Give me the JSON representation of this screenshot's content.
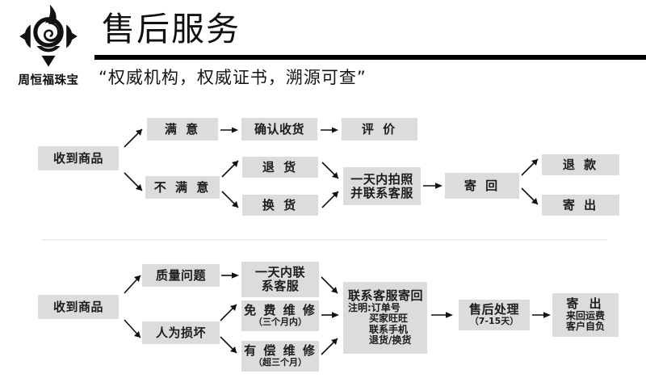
{
  "header": {
    "logo_name": "周恒福珠宝",
    "logo_icon": "ornate-flourish-logo-icon",
    "title": "售后服务",
    "subtitle": "“权威机构，权威证书，溯源可查”"
  },
  "flow1": {
    "name": "after-sales-return-flow",
    "nodes": {
      "start": "收到商品",
      "satisfied": "满 意",
      "confirm_receipt": "确认收货",
      "review": "评 价",
      "unsatisfied": "不 满 意",
      "return_goods": "退 货",
      "exchange_goods": "换 货",
      "photo_contact_line1": "一天内拍照",
      "photo_contact_line2": "并联系客服",
      "send_back": "寄 回",
      "refund": "退 款",
      "ship_out": "寄 出"
    }
  },
  "flow2": {
    "name": "after-sales-repair-flow",
    "nodes": {
      "start": "收到商品",
      "quality_issue": "质量问题",
      "contact_oneday_line1": "一天内联",
      "contact_oneday_line2": "系客服",
      "human_damage": "人为损坏",
      "free_repair_title": "免 费 维 修",
      "free_repair_note": "（三个月内）",
      "paid_repair_title": "有 偿 维 修",
      "paid_repair_note": "（超三个月）",
      "contact_send_back_title": "联系客服寄回",
      "contact_send_back_l1": "注明:订单号",
      "contact_send_back_l2": "买家旺旺",
      "contact_send_back_l3": "联系手机",
      "contact_send_back_l4": "退货/换货",
      "process_title": "售后处理",
      "process_note": "（7-15天）",
      "ship_out_title": "寄 出",
      "ship_out_l1": "来回运费",
      "ship_out_l2": "客户自负"
    }
  },
  "colors": {
    "node_fill": "#dcdcdc",
    "rule": "#000000",
    "divider": "#ececec",
    "text": "#1c1c1c"
  }
}
